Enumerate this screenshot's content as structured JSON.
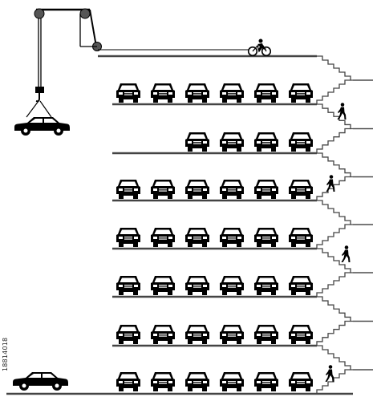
{
  "stock_id": "18814018",
  "scene": {
    "levels": [
      {
        "cars": 6
      },
      {
        "cars": 4
      },
      {
        "cars": 6
      },
      {
        "cars": 6
      },
      {
        "cars": 6
      },
      {
        "cars": 6
      },
      {
        "cars": 6
      }
    ],
    "pedestrians_on_stairs": 4,
    "top_deck": {
      "cyclist": true
    },
    "crane": {
      "pulleys": 3,
      "hanging_car": true
    },
    "ground_car": true,
    "icons": [
      "car-icon",
      "pedestrian-icon",
      "cyclist-icon",
      "pulley-icon",
      "hook-icon"
    ],
    "colors": {
      "ink": "#000000",
      "background": "#ffffff",
      "lines": "#444444"
    }
  }
}
